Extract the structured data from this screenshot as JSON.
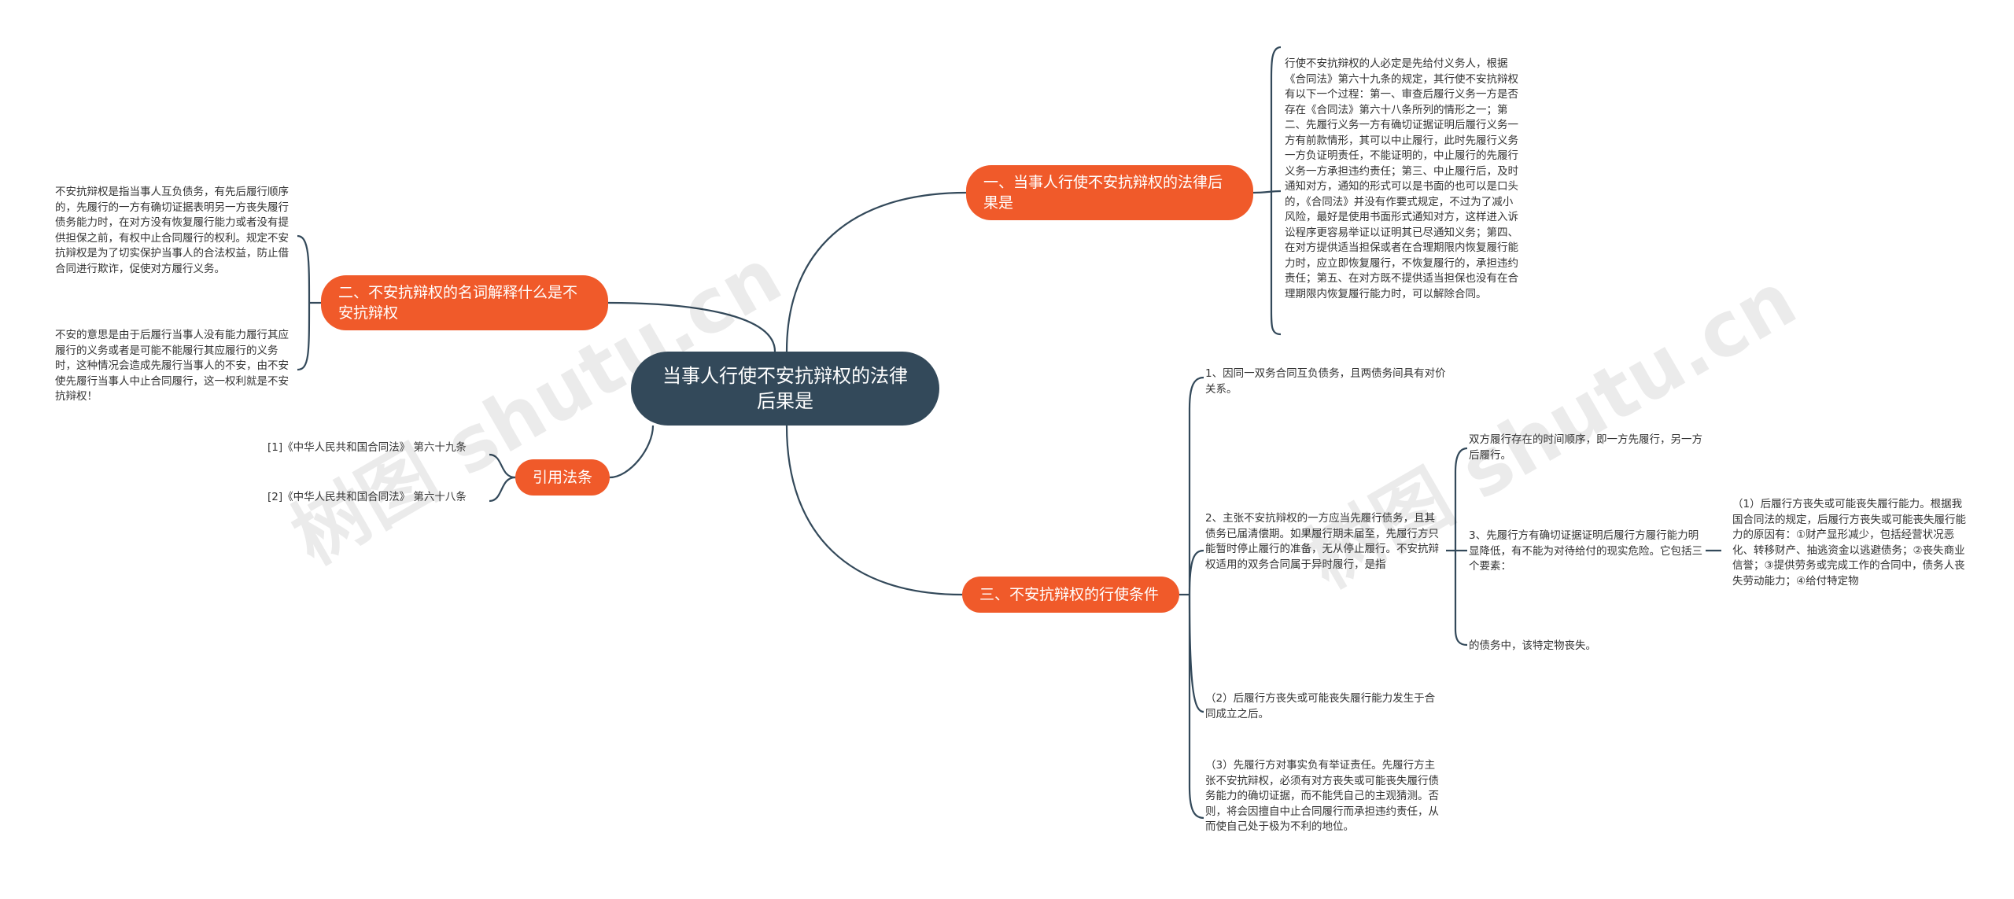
{
  "root": "当事人行使不安抗辩权的法律后果是",
  "branches": {
    "b1": "一、当事人行使不安抗辩权的法律后果是",
    "b2": "二、不安抗辩权的名词解释什么是不安抗辩权",
    "b3": "三、不安抗辩权的行使条件",
    "b4": "引用法条"
  },
  "texts": {
    "b1_detail": "行使不安抗辩权的人必定是先给付义务人，根据《合同法》第六十九条的规定，其行使不安抗辩权有以下一个过程：第一、审查后履行义务一方是否存在《合同法》第六十八条所列的情形之一；第二、先履行义务一方有确切证据证明后履行义务一方有前款情形，其可以中止履行，此时先履行义务一方负证明责任，不能证明的，中止履行的先履行义务一方承担违约责任；第三、中止履行后，及时通知对方，通知的形式可以是书面的也可以是口头的，《合同法》并没有作要式规定，不过为了减小风险，最好是使用书面形式通知对方，这样进入诉讼程序更容易举证以证明其已尽通知义务；第四、在对方提供适当担保或者在合理期限内恢复履行能力时，应立即恢复履行，不恢复履行的，承担违约责任；第五、在对方既不提供适当担保也没有在合理期限内恢复履行能力时，可以解除合同。",
    "b2_def1": "不安抗辩权是指当事人互负债务，有先后履行顺序的，先履行的一方有确切证据表明另一方丧失履行债务能力时，在对方没有恢复履行能力或者没有提供担保之前，有权中止合同履行的权利。规定不安抗辩权是为了切实保护当事人的合法权益，防止借合同进行欺诈，促使对方履行义务。",
    "b2_def2": "不安的意思是由于后履行当事人没有能力履行其应履行的义务或者是可能不能履行其应履行的义务时，这种情况会造成先履行当事人的不安，由不安使先履行当事人中止合同履行，这一权利就是不安抗辩权！",
    "law1": "[1]《中华人民共和国合同法》 第六十九条",
    "law2": "[2]《中华人民共和国合同法》 第六十八条",
    "c1": "1、因同一双务合同互负债务，且两债务间具有对价关系。",
    "c2": "2、主张不安抗辩权的一方应当先履行债务，且其债务已届清偿期。如果履行期未届至，先履行方只能暂时停止履行的准备，无从停止履行。不安抗辩权适用的双务合同属于异时履行，是指",
    "c2a": "双方履行存在的时间顺序，即一方先履行，另一方后履行。",
    "c3": "3、先履行方有确切证据证明后履行方履行能力明显降低，有不能为对待给付的现实危险。它包括三个要素：",
    "c3a": "（1）后履行方丧失或可能丧失履行能力。根据我国合同法的规定，后履行方丧失或可能丧失履行能力的原因有：①财产显形减少，包括经营状况恶化、转移财产、抽逃资金以逃避债务；②丧失商业信誉；③提供劳务或完成工作的合同中，债务人丧失劳动能力；④给付特定物",
    "c2b": "的债务中，该特定物丧失。",
    "c4": "（2）后履行方丧失或可能丧失履行能力发生于合同成立之后。",
    "c5": "（3）先履行方对事实负有举证责任。先履行方主张不安抗辩权，必须有对方丧失或可能丧失履行债务能力的确切证据，而不能凭自己的主观猜测。否则，将会因擅自中止合同履行而承担违约责任，从而使自己处于极为不利的地位。"
  },
  "watermark": "树图 shutu.cn",
  "colors": {
    "root": "#33495a",
    "branch": "#f05a2a",
    "line": "#33495a",
    "text": "#333333"
  }
}
